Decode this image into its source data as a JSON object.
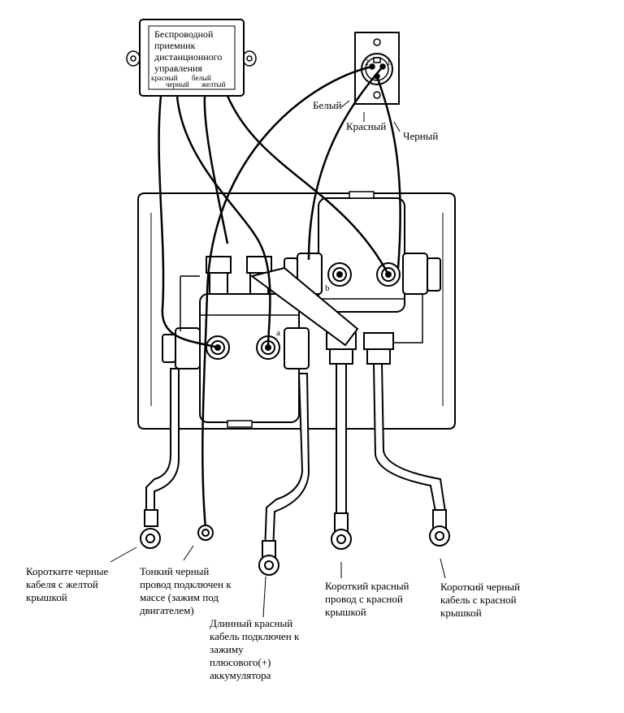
{
  "receiver": {
    "title_lines": [
      "Беспроводной",
      "приемник",
      "дистанционного",
      "управления"
    ],
    "wire_colors_top": [
      "красный",
      "белый"
    ],
    "wire_colors_bottom": [
      "черный",
      "желтый"
    ]
  },
  "socket": {
    "pins": [
      "2",
      "1"
    ],
    "wire_labels": [
      "Белый",
      "Красный",
      "Черный"
    ]
  },
  "terminal_marks": [
    "a",
    "b"
  ],
  "callouts": {
    "short_black_yellow": [
      "Коротките черные",
      "кабеля с желтой",
      "крышкой"
    ],
    "thin_black_ground": [
      "Тонкий черный",
      "провод подключен к",
      "массе (зажим под",
      "двигателем)"
    ],
    "long_red_battery": [
      "Длинный красный",
      "кабель подключен к",
      "зажиму",
      "плюсового(+)",
      "аккумулятора"
    ],
    "short_red_red": [
      "Короткий красный",
      "провод с красной",
      "крышкой"
    ],
    "short_black_red": [
      "Короткий черный",
      "кабель с красной",
      "крышкой"
    ]
  }
}
